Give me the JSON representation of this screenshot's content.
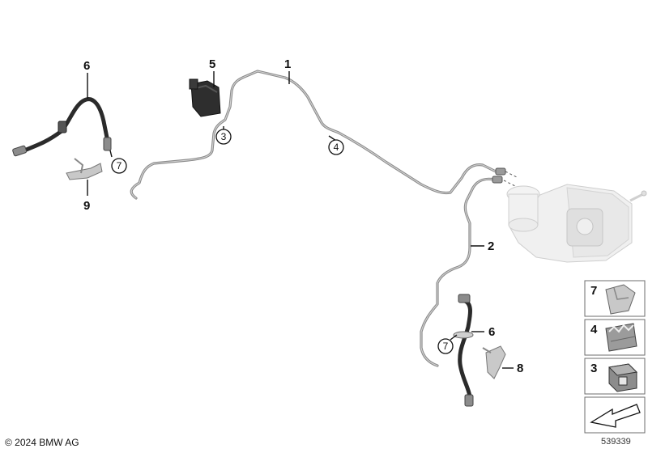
{
  "callouts": {
    "p1": "1",
    "p2": "2",
    "p5": "5",
    "p6a": "6",
    "p6b": "6",
    "p8": "8",
    "p9": "9"
  },
  "circled": {
    "c3": "3",
    "c4": "4",
    "c7a": "7",
    "c7b": "7"
  },
  "legend": [
    {
      "number": "7",
      "icon": "holder-clip-icon"
    },
    {
      "number": "4",
      "icon": "pipe-clip-icon"
    },
    {
      "number": "3",
      "icon": "bracket-clip-icon"
    },
    {
      "number": "",
      "icon": "direction-arrow-icon"
    }
  ],
  "footer": {
    "copyright": "© 2024 BMW AG",
    "doc_number": "539339"
  }
}
